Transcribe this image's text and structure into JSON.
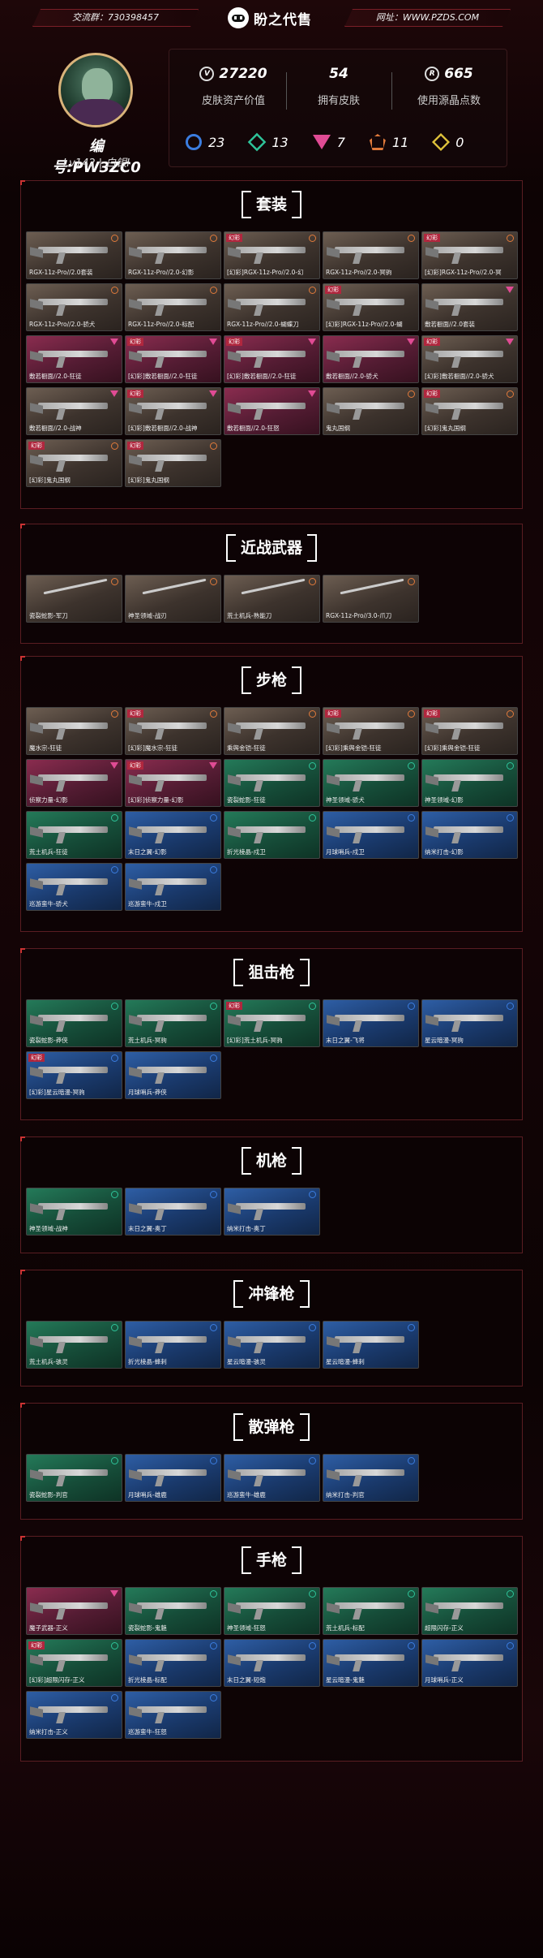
{
  "header": {
    "group_label": "交流群：730398457",
    "site_label": "网址：WWW.PZDS.COM",
    "brand": "盼之代售"
  },
  "profile": {
    "id_label": "编号:PW3ZC0",
    "level_label": "Lv142 | 白银I"
  },
  "stats": [
    {
      "icon": "valorant-points-icon",
      "value": "27220",
      "label": "皮肤资产价值"
    },
    {
      "icon": "",
      "value": "54",
      "label": "拥有皮肤"
    },
    {
      "icon": "radianite-icon",
      "value": "665",
      "label": "使用源晶点数"
    }
  ],
  "tiers": [
    {
      "name": "select",
      "color": "#3b7de0",
      "count": "23"
    },
    {
      "name": "deluxe",
      "color": "#2ec49a",
      "count": "13"
    },
    {
      "name": "premium",
      "color": "#e04b94",
      "count": "7"
    },
    {
      "name": "exclusive",
      "color": "#e07a3b",
      "count": "11"
    },
    {
      "name": "ultra",
      "color": "#e0c33b",
      "count": "0"
    }
  ],
  "sections": [
    {
      "title": "套装",
      "items": [
        {
          "name": "RGX-11z-Pro//2.0套装",
          "rarity": "gray",
          "badge": "",
          "tier": "orange"
        },
        {
          "name": "RGX-11z-Pro//2.0-幻影",
          "rarity": "gray",
          "badge": "",
          "tier": "orange"
        },
        {
          "name": "[幻彩]RGX-11z-Pro//2.0-幻",
          "rarity": "gray",
          "badge": "幻彩",
          "tier": "orange"
        },
        {
          "name": "RGX-11z-Pro//2.0-冥驹",
          "rarity": "gray",
          "badge": "",
          "tier": "orange"
        },
        {
          "name": "[幻彩]RGX-11z-Pro//2.0-冥",
          "rarity": "gray",
          "badge": "幻彩",
          "tier": "orange"
        },
        {
          "name": "RGX-11z-Pro//2.0-骄犬",
          "rarity": "gray",
          "badge": "",
          "tier": "orange"
        },
        {
          "name": "RGX-11z-Pro//2.0-标配",
          "rarity": "gray",
          "badge": "",
          "tier": "orange"
        },
        {
          "name": "RGX-11z-Pro//2.0-蝴蝶刀",
          "rarity": "gray",
          "badge": "",
          "tier": "orange"
        },
        {
          "name": "[幻彩]RGX-11z-Pro//2.0-蝴",
          "rarity": "gray",
          "badge": "幻彩",
          "tier": ""
        },
        {
          "name": "敷若橱面//2.0套装",
          "rarity": "gray",
          "badge": "",
          "tier": "pink"
        },
        {
          "name": "敷若橱面//2.0-狂徒",
          "rarity": "pink",
          "badge": "",
          "tier": "pink"
        },
        {
          "name": "[幻彩]敷若橱面//2.0-狂徒",
          "rarity": "pink",
          "badge": "幻彩",
          "tier": "pink"
        },
        {
          "name": "[幻彩]敷若橱面//2.0-狂徒",
          "rarity": "pink",
          "badge": "幻彩",
          "tier": "pink"
        },
        {
          "name": "敷若橱面//2.0-骄犬",
          "rarity": "pink",
          "badge": "",
          "tier": "pink"
        },
        {
          "name": "[幻彩]敷若橱面//2.0-骄犬",
          "rarity": "gray",
          "badge": "幻彩",
          "tier": "pink"
        },
        {
          "name": "敷若橱面//2.0-战神",
          "rarity": "gray",
          "badge": "",
          "tier": "pink"
        },
        {
          "name": "[幻彩]敷若橱面//2.0-战神",
          "rarity": "gray",
          "badge": "幻彩",
          "tier": "pink"
        },
        {
          "name": "敷若橱面//2.0-狂怒",
          "rarity": "pink",
          "badge": "",
          "tier": "pink"
        },
        {
          "name": "鬼丸国纲",
          "rarity": "gray",
          "badge": "",
          "tier": "orange"
        },
        {
          "name": "[幻彩]鬼丸国纲",
          "rarity": "gray",
          "badge": "幻彩",
          "tier": "orange"
        },
        {
          "name": "[幻彩]鬼丸国纲",
          "rarity": "gray",
          "badge": "幻彩",
          "tier": "orange"
        },
        {
          "name": "[幻彩]鬼丸国纲",
          "rarity": "gray",
          "badge": "幻彩",
          "tier": "orange"
        }
      ]
    },
    {
      "title": "近战武器",
      "items": [
        {
          "name": "瓷裂蛇影-军刀",
          "rarity": "gray",
          "badge": "",
          "tier": "orange"
        },
        {
          "name": "神圣领域-战刃",
          "rarity": "gray",
          "badge": "",
          "tier": "orange"
        },
        {
          "name": "荒土机兵-熟能刀",
          "rarity": "gray",
          "badge": "",
          "tier": "orange"
        },
        {
          "name": "RGX-11z-Pro//3.0-爪刀",
          "rarity": "gray",
          "badge": "",
          "tier": "orange"
        }
      ]
    },
    {
      "title": "步枪",
      "items": [
        {
          "name": "魔水宗-狂徒",
          "rarity": "gray",
          "badge": "",
          "tier": "orange"
        },
        {
          "name": "[幻彩]魔水宗-狂徒",
          "rarity": "gray",
          "badge": "幻彩",
          "tier": "orange"
        },
        {
          "name": "乘舆金铠-狂徒",
          "rarity": "gray",
          "badge": "",
          "tier": "orange"
        },
        {
          "name": "[幻彩]乘舆金铠-狂徒",
          "rarity": "gray",
          "badge": "幻彩",
          "tier": "orange"
        },
        {
          "name": "[幻彩]乘舆金铠-狂徒",
          "rarity": "gray",
          "badge": "幻彩",
          "tier": "orange"
        },
        {
          "name": "侦察力量-幻影",
          "rarity": "pink",
          "badge": "",
          "tier": "pink"
        },
        {
          "name": "[幻彩]侦察力量-幻影",
          "rarity": "pink",
          "badge": "幻彩",
          "tier": "pink"
        },
        {
          "name": "瓷裂蛇影-狂徒",
          "rarity": "green",
          "badge": "",
          "tier": "green"
        },
        {
          "name": "神圣领域-骄犬",
          "rarity": "green",
          "badge": "",
          "tier": "green"
        },
        {
          "name": "神圣领域-幻影",
          "rarity": "green",
          "badge": "",
          "tier": "green"
        },
        {
          "name": "荒土机兵-狂徒",
          "rarity": "green",
          "badge": "",
          "tier": "green"
        },
        {
          "name": "末日之翼-幻影",
          "rarity": "blue",
          "badge": "",
          "tier": "blue"
        },
        {
          "name": "折光棱晶-戍卫",
          "rarity": "green",
          "badge": "",
          "tier": "green"
        },
        {
          "name": "月球哨兵-戍卫",
          "rarity": "blue",
          "badge": "",
          "tier": "blue"
        },
        {
          "name": "纳米打击-幻影",
          "rarity": "blue",
          "badge": "",
          "tier": "blue"
        },
        {
          "name": "巡游蛮牛-骄犬",
          "rarity": "blue",
          "badge": "",
          "tier": "blue"
        },
        {
          "name": "巡游蛮牛-戍卫",
          "rarity": "blue",
          "badge": "",
          "tier": "blue"
        }
      ]
    },
    {
      "title": "狙击枪",
      "items": [
        {
          "name": "瓷裂蛇影-莽侠",
          "rarity": "green",
          "badge": "",
          "tier": "green"
        },
        {
          "name": "荒土机兵-冥驹",
          "rarity": "green",
          "badge": "",
          "tier": "green"
        },
        {
          "name": "[幻彩]荒土机兵-冥驹",
          "rarity": "green",
          "badge": "幻彩",
          "tier": "green"
        },
        {
          "name": "末日之翼-飞将",
          "rarity": "blue",
          "badge": "",
          "tier": "blue"
        },
        {
          "name": "星云暗漫-冥驹",
          "rarity": "blue",
          "badge": "",
          "tier": "blue"
        },
        {
          "name": "[幻彩]星云暗漫-冥驹",
          "rarity": "blue",
          "badge": "幻彩",
          "tier": "blue"
        },
        {
          "name": "月球哨兵-莽侠",
          "rarity": "blue",
          "badge": "",
          "tier": "blue"
        }
      ]
    },
    {
      "title": "机枪",
      "items": [
        {
          "name": "神圣领域-战神",
          "rarity": "green",
          "badge": "",
          "tier": "green"
        },
        {
          "name": "末日之翼-奥丁",
          "rarity": "blue",
          "badge": "",
          "tier": "blue"
        },
        {
          "name": "纳米打击-奥丁",
          "rarity": "blue",
          "badge": "",
          "tier": "blue"
        }
      ]
    },
    {
      "title": "冲锋枪",
      "items": [
        {
          "name": "荒土机兵-骇灵",
          "rarity": "green",
          "badge": "",
          "tier": "green"
        },
        {
          "name": "折光棱晶-蜂刺",
          "rarity": "blue",
          "badge": "",
          "tier": "blue"
        },
        {
          "name": "星云暗漫-骇灵",
          "rarity": "blue",
          "badge": "",
          "tier": "blue"
        },
        {
          "name": "星云暗漫-蜂刺",
          "rarity": "blue",
          "badge": "",
          "tier": "blue"
        }
      ]
    },
    {
      "title": "散弹枪",
      "items": [
        {
          "name": "瓷裂蛇影-判官",
          "rarity": "green",
          "badge": "",
          "tier": "green"
        },
        {
          "name": "月球哨兵-雄鹿",
          "rarity": "blue",
          "badge": "",
          "tier": "blue"
        },
        {
          "name": "巡游蛮牛-雄鹿",
          "rarity": "blue",
          "badge": "",
          "tier": "blue"
        },
        {
          "name": "纳米打击-判官",
          "rarity": "blue",
          "badge": "",
          "tier": "blue"
        }
      ]
    },
    {
      "title": "手枪",
      "items": [
        {
          "name": "魔子武器-正义",
          "rarity": "pink",
          "badge": "",
          "tier": "pink"
        },
        {
          "name": "瓷裂蛇影-鬼魅",
          "rarity": "green",
          "badge": "",
          "tier": "green"
        },
        {
          "name": "神圣领域-狂怒",
          "rarity": "green",
          "badge": "",
          "tier": "green"
        },
        {
          "name": "荒土机兵-标配",
          "rarity": "green",
          "badge": "",
          "tier": "green"
        },
        {
          "name": "超限闪存-正义",
          "rarity": "green",
          "badge": "",
          "tier": "green"
        },
        {
          "name": "[幻彩]超限闪存-正义",
          "rarity": "green",
          "badge": "幻彩",
          "tier": "green"
        },
        {
          "name": "折光棱晶-标配",
          "rarity": "blue",
          "badge": "",
          "tier": "blue"
        },
        {
          "name": "末日之翼-短炮",
          "rarity": "blue",
          "badge": "",
          "tier": "blue"
        },
        {
          "name": "星云暗漫-鬼魅",
          "rarity": "blue",
          "badge": "",
          "tier": "blue"
        },
        {
          "name": "月球哨兵-正义",
          "rarity": "blue",
          "badge": "",
          "tier": "blue"
        },
        {
          "name": "纳米打击-正义",
          "rarity": "blue",
          "badge": "",
          "tier": "blue"
        },
        {
          "name": "巡游蛮牛-狂怒",
          "rarity": "blue",
          "badge": "",
          "tier": "blue"
        }
      ]
    }
  ]
}
